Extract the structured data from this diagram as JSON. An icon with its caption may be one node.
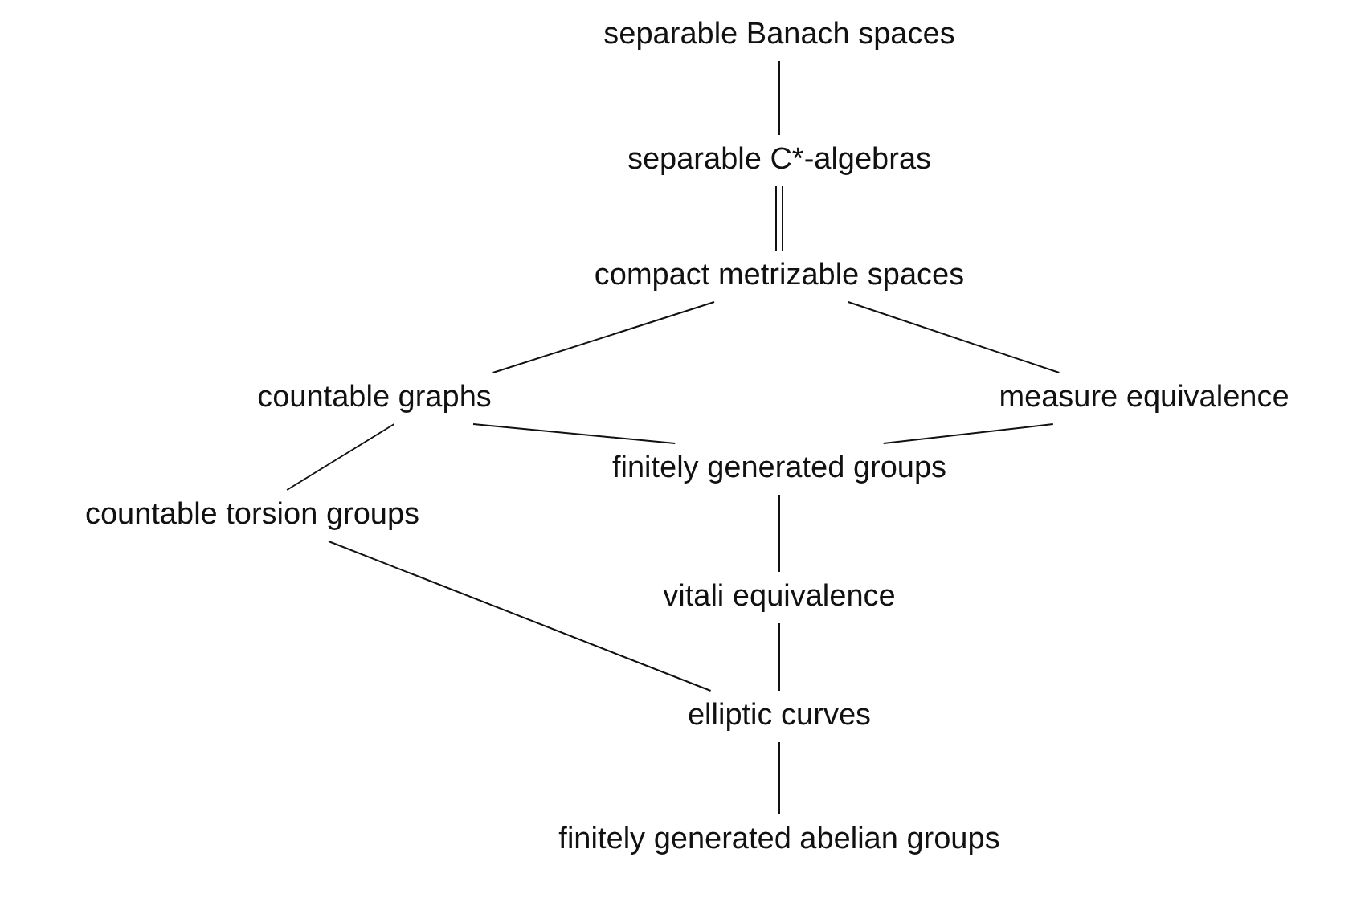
{
  "diagram": {
    "nodes": [
      {
        "text": [
          "separable Banach spaces"
        ]
      },
      {
        "text": [
          "separable C*-algebras"
        ]
      },
      {
        "text": [
          "compact metrizable spaces"
        ]
      },
      {
        "text": [
          "countable graphs"
        ]
      },
      {
        "text": [
          "measure equivalence"
        ]
      },
      {
        "text": [
          "countable torsion groups"
        ]
      },
      {
        "text": [
          "finitely generated groups"
        ]
      },
      {
        "text": [
          "vitali equivalence"
        ]
      },
      {
        "text": [
          "elliptic curves"
        ]
      },
      {
        "text": [
          "finitely generated abelian groups"
        ]
      }
    ],
    "edges": [
      {
        "from": 0,
        "to": 1,
        "arrow": "none"
      },
      {
        "from": 1,
        "to": 2,
        "arrow": "none"
      },
      {
        "from": 1,
        "to": 2,
        "arrow": "none"
      },
      {
        "from": 2,
        "to": 3,
        "arrow": "none"
      },
      {
        "from": 2,
        "to": 4,
        "arrow": "none"
      },
      {
        "from": 3,
        "to": 5,
        "arrow": "none"
      },
      {
        "from": 3,
        "to": 6,
        "arrow": "none"
      },
      {
        "from": 4,
        "to": 6,
        "arrow": "none"
      },
      {
        "from": 6,
        "to": 7,
        "arrow": "none"
      },
      {
        "from": 5,
        "to": 8,
        "arrow": "none"
      },
      {
        "from": 7,
        "to": 8,
        "arrow": "none"
      },
      {
        "from": 8,
        "to": 9,
        "arrow": "none"
      }
    ]
  }
}
